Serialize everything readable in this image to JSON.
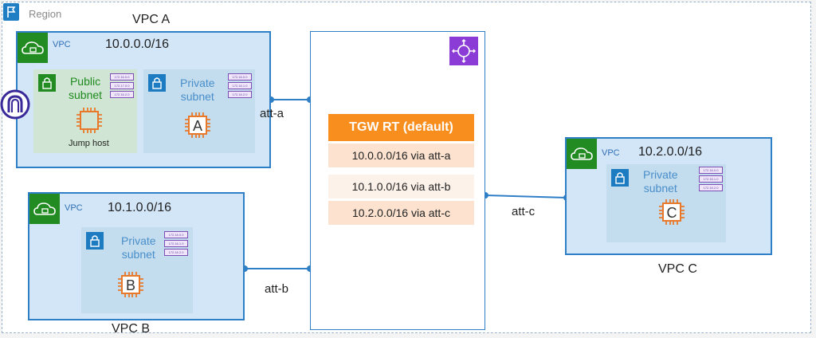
{
  "region": {
    "label": "Region",
    "icon": "region-flag-icon"
  },
  "vpcs": [
    {
      "name": "VPC A",
      "word": "VPC",
      "cidr": "10.0.0.0/16",
      "public_subnet": {
        "label_line1": "Public",
        "label_line2": "subnet",
        "routes": [
          "172.16.0.0",
          "172.17.0.0",
          "172.16.2.0"
        ],
        "instance_label": "Jump host"
      },
      "private_subnet": {
        "label_line1": "Private",
        "label_line2": "subnet",
        "routes": [
          "172.16.0.0",
          "172.16.1.0",
          "172.16.2.0"
        ],
        "instance_letter": "A"
      }
    },
    {
      "name": "VPC B",
      "word": "VPC",
      "cidr": "10.1.0.0/16",
      "private_subnet": {
        "label_line1": "Private",
        "label_line2": "subnet",
        "routes": [
          "172.16.0.0",
          "172.16.1.0",
          "172.16.2.0"
        ],
        "instance_letter": "B"
      }
    },
    {
      "name": "VPC C",
      "word": "VPC",
      "cidr": "10.2.0.0/16",
      "private_subnet": {
        "label_line1": "Private",
        "label_line2": "subnet",
        "routes": [
          "172.16.0.0",
          "172.16.1.0",
          "172.16.2.0"
        ],
        "instance_letter": "C"
      }
    }
  ],
  "transit_gateway": {
    "icon": "transit-gateway-icon",
    "route_table": {
      "title": "TGW RT (default)",
      "rows": [
        "10.0.0.0/16 via att-a",
        "10.1.0.0/16 via att-b",
        "10.2.0.0/16 via att-c"
      ]
    }
  },
  "attachments": [
    "att-a",
    "att-b",
    "att-c"
  ],
  "colors": {
    "vpc_border": "#2f7fc7",
    "vpc_fill": "#d3e6f8",
    "vpc_badge": "#228b22",
    "public_subnet_fill": "#d0e5d3",
    "private_subnet_fill": "#c3ddef",
    "route_table_header": "#f78e1e",
    "tgw_icon": "#8b3bd6",
    "instance_chip": "#e8792a",
    "internet_gateway": "#3a2a99"
  }
}
